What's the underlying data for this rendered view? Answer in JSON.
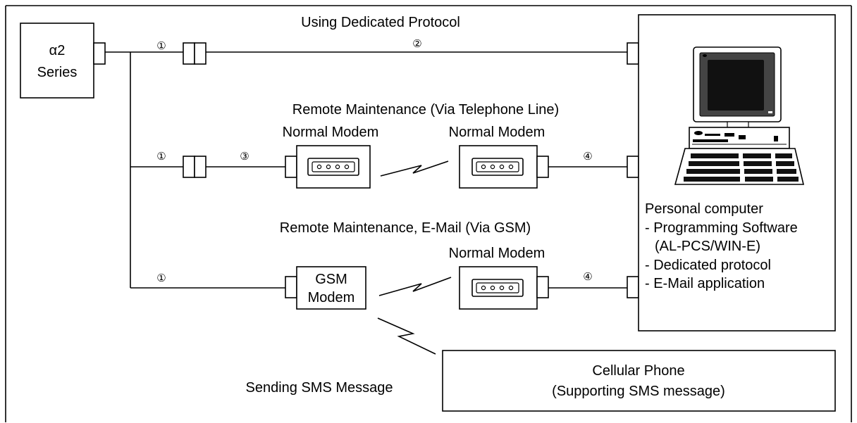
{
  "alpha2": {
    "line1": "α2",
    "line2": "Series"
  },
  "sections": {
    "dedicated": "Using Dedicated Protocol",
    "telephone": "Remote Maintenance (Via Telephone Line)",
    "gsm": "Remote Maintenance, E-Mail (Via GSM)",
    "sms": "Sending SMS Message"
  },
  "modems": {
    "normal_label": "Normal Modem",
    "gsm_line1": "GSM",
    "gsm_line2": "Modem"
  },
  "markers": {
    "m1": "①",
    "m2": "②",
    "m3": "③",
    "m4": "④"
  },
  "pc": {
    "title": "Personal computer",
    "items": [
      "- Programming Software",
      "(AL-PCS/WIN-E)",
      "- Dedicated protocol",
      "- E-Mail application"
    ]
  },
  "phone": {
    "line1": "Cellular Phone",
    "line2": "(Supporting SMS message)"
  }
}
